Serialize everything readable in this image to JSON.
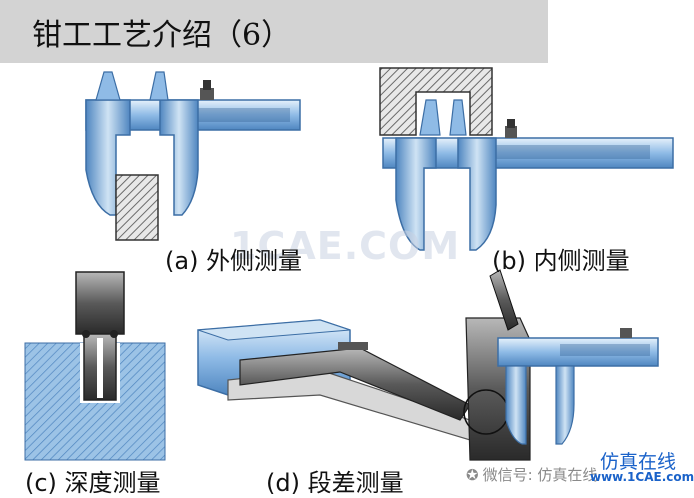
{
  "title": "钳工工艺介绍（6）",
  "captions": {
    "a": "(a) 外侧测量",
    "b": "(b) 内侧测量",
    "c": "(c) 深度测量",
    "d": "(d) 段差测量"
  },
  "watermark": "1CAE.COM",
  "footer": {
    "wechat_label": "微信号: 仿真在线",
    "brand_name": "仿真在线",
    "brand_url": "www.1CAE.com"
  },
  "colors": {
    "title_bar": "#d3d3d3",
    "caliper_blue": "#6fa3d8",
    "caliper_light": "#cfe3f4",
    "hatch": "#7a7a7a",
    "brand": "#1a62c9"
  }
}
